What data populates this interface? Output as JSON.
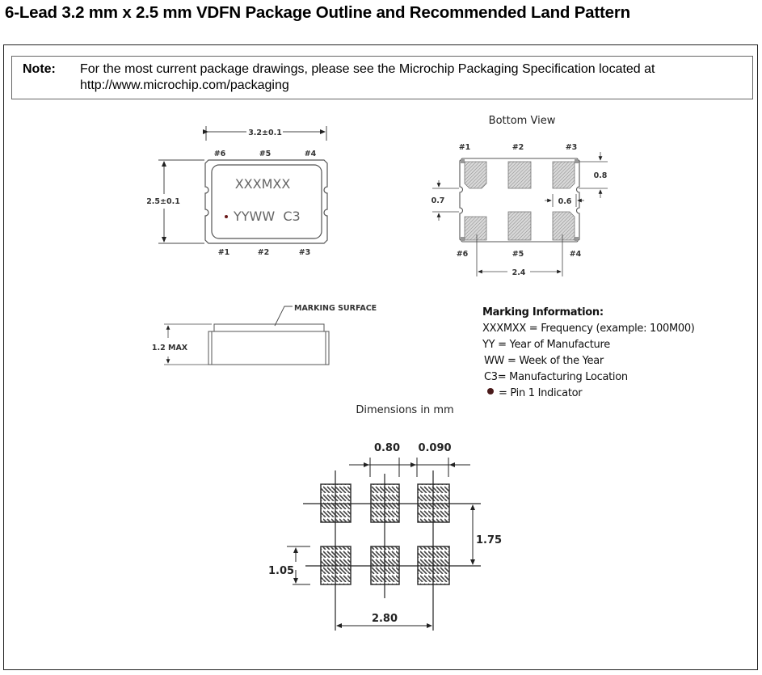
{
  "title": "6-Lead 3.2 mm x 2.5 mm VDFN Package Outline and Recommended Land Pattern",
  "note": {
    "label": "Note:",
    "line1": "For the most current package drawings, please see the Microchip Packaging Specification located at",
    "line2": "http://www.microchip.com/packaging"
  },
  "top_view": {
    "width_dim": "3.2±0.1",
    "height_dim": "2.5±0.1",
    "pins_top": [
      "#6",
      "#5",
      "#4"
    ],
    "pins_bottom": [
      "#1",
      "#2",
      "#3"
    ],
    "marking_line1": "XXXMXX",
    "marking_line2": "YYWW  C3"
  },
  "bottom_view": {
    "title": "Bottom View",
    "pins_top": [
      "#1",
      "#2",
      "#3"
    ],
    "pins_bottom": [
      "#6",
      "#5",
      "#4"
    ],
    "dim_pad_height": "0.8",
    "dim_gap": "0.7",
    "dim_pad_width": "0.6",
    "dim_pitch": "2.4"
  },
  "side_view": {
    "marking_surface": "MARKING SURFACE",
    "height_dim": "1.2 MAX"
  },
  "marking_info": {
    "heading": "Marking Information:",
    "lines": [
      "XXXMXX = Frequency (example: 100M00)",
      "YY = Year of Manufacture",
      "WW = Week of the Year",
      "C3= Manufacturing Location",
      "= Pin 1 Indicator"
    ],
    "pin1_color": "#4a1a1a"
  },
  "land_pattern": {
    "units_label": "Dimensions in mm",
    "dim_pad_width": "0.80",
    "dim_gap": "0.090",
    "dim_row_pitch": "1.75",
    "dim_pad_height": "1.05",
    "dim_col_span": "2.80"
  }
}
